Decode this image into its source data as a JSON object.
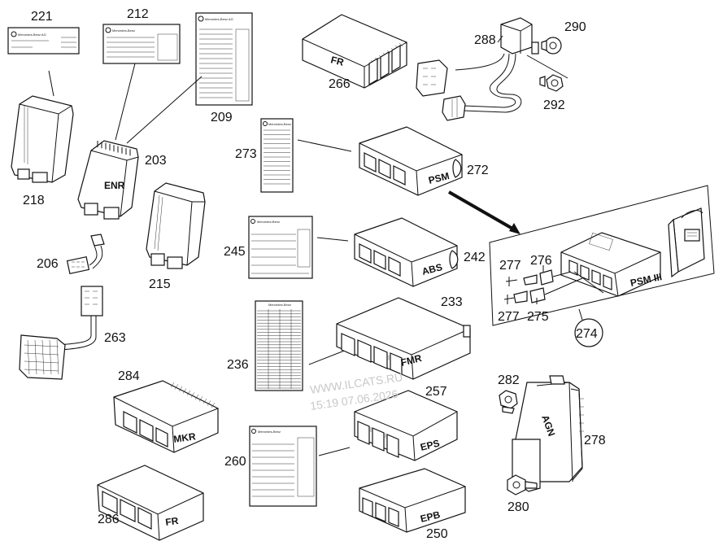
{
  "callouts": {
    "c221": "221",
    "c212": "212",
    "c209": "209",
    "c218": "218",
    "c203": "203",
    "c206": "206",
    "c215": "215",
    "c263": "263",
    "c284": "284",
    "c286": "286",
    "c266": "266",
    "c288": "288",
    "c290": "290",
    "c292": "292",
    "c273": "273",
    "c272": "272",
    "c245": "245",
    "c242": "242",
    "c277a": "277",
    "c276": "276",
    "c277b": "277",
    "c275": "275",
    "c274": "274",
    "c236": "236",
    "c233": "233",
    "c257": "257",
    "c260": "260",
    "c250": "250",
    "c282": "282",
    "c278": "278",
    "c280": "280"
  },
  "module_labels": {
    "enr": "ENR",
    "fr_top": "FR",
    "psm": "PSM",
    "abs": "ABS",
    "psm3": "PSM III",
    "fmr": "FMR",
    "mkr": "MKR",
    "fr_bottom": "FR",
    "eps": "EPS",
    "epb": "EPB",
    "agn": "AGN"
  },
  "label_texts": {
    "brand": "Mercedes-Benz",
    "brand_ag": "Mercedes-Benz AG"
  },
  "watermark": {
    "line1": "WWW.ILCATS.RU",
    "line2": "15:19 07.06.2026"
  }
}
